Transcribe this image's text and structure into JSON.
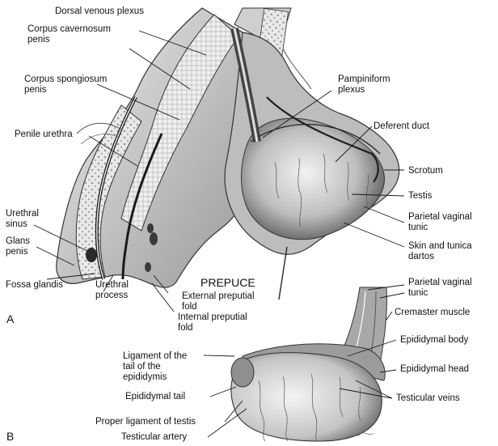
{
  "labels": {
    "dorsal_venous_plexus": "Dorsal venous plexus",
    "corpus_cavernosum": [
      "Corpus cavernosum",
      "penis"
    ],
    "corpus_spongiosum": [
      "Corpus spongiosum",
      "penis"
    ],
    "penile_urethra": "Penile urethra",
    "urethral_sinus": [
      "Urethral",
      "sinus"
    ],
    "glans_penis": [
      "Glans",
      "penis"
    ],
    "fossa_glandis": "Fossa glandis",
    "urethral_process": [
      "Urethral",
      "process"
    ],
    "prepuce": "PREPUCE",
    "external_preputial_fold": [
      "External preputial",
      "fold"
    ],
    "internal_preputial_fold": [
      "Internal preputial",
      "fold"
    ],
    "pampiniform_plexus": [
      "Pampiniform",
      "plexus"
    ],
    "deferent_duct": "Deferent duct",
    "scrotum": "Scrotum",
    "testis": "Testis",
    "parietal_vaginal_tunic_a": [
      "Parietal vaginal",
      "tunic"
    ],
    "skin_tunica_dartos": [
      "Skin and tunica",
      "dartos"
    ],
    "parietal_vaginal_tunic_b": [
      "Parietal vaginal",
      "tunic"
    ],
    "cremaster_muscle": "Cremaster muscle",
    "epididymal_body": "Epididymal body",
    "epididymal_head": "Epididymal head",
    "testicular_veins": "Testicular veins",
    "ligament_tail": [
      "Ligament of the",
      "tail of the",
      "epididymis"
    ],
    "epididymal_tail": "Epididymal tail",
    "proper_ligament_testis": "Proper ligament of testis",
    "testicular_artery": "Testicular artery",
    "panel_a": "A",
    "panel_b": "B"
  },
  "colors": {
    "ink": "#1a1a1a",
    "shade": "#8a8a8a",
    "light": "#d8d8d8"
  }
}
